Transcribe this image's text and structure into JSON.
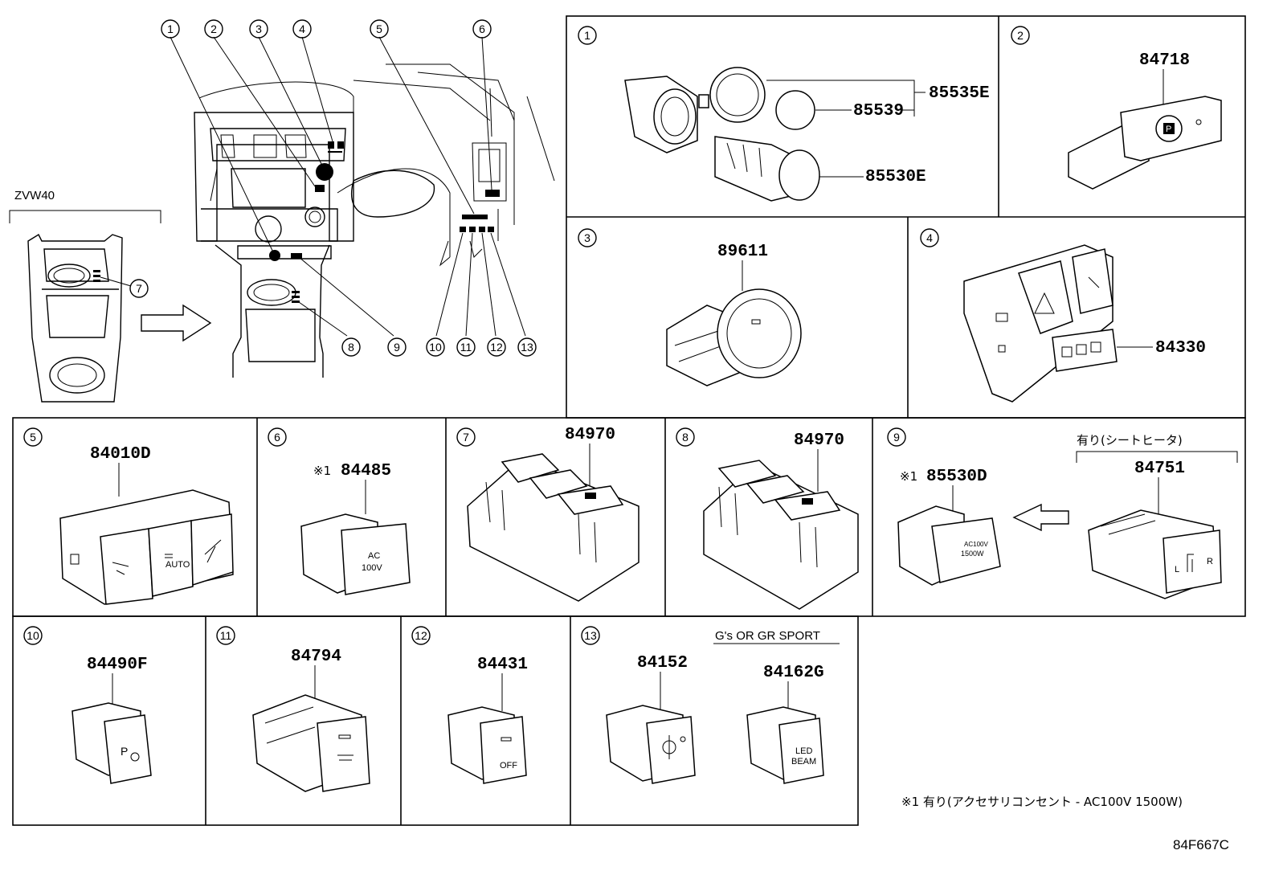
{
  "overview": {
    "model_label": "ZVW40",
    "callouts": [
      "1",
      "2",
      "3",
      "4",
      "5",
      "6",
      "7",
      "8",
      "9",
      "10",
      "11",
      "12",
      "13"
    ]
  },
  "panels": [
    {
      "num": "1",
      "parts": [
        "85535E",
        "85539",
        "85530E"
      ]
    },
    {
      "num": "2",
      "parts": [
        "84718"
      ]
    },
    {
      "num": "3",
      "parts": [
        "89611"
      ]
    },
    {
      "num": "4",
      "parts": [
        "84330"
      ]
    },
    {
      "num": "5",
      "parts": [
        "84010D"
      ]
    },
    {
      "num": "6",
      "parts": [
        "84485"
      ],
      "note_mark": "※1"
    },
    {
      "num": "7",
      "parts": [
        "84970"
      ]
    },
    {
      "num": "8",
      "parts": [
        "84970"
      ]
    },
    {
      "num": "9",
      "parts": [
        "85530D",
        "84751"
      ],
      "note_mark": "※1",
      "option_label": "有り(シートヒータ)"
    },
    {
      "num": "10",
      "parts": [
        "84490F"
      ]
    },
    {
      "num": "11",
      "parts": [
        "84794"
      ]
    },
    {
      "num": "12",
      "parts": [
        "84431"
      ]
    },
    {
      "num": "13",
      "parts": [
        "84152",
        "84162G"
      ],
      "option_label": "G's OR GR SPORT"
    }
  ],
  "button_texts": {
    "ac_line1": "AC",
    "ac_line2": "100V",
    "auto": "AUTO",
    "off": "OFF",
    "led_line1": "LED",
    "led_line2": "BEAM",
    "outlet_line1": "AC100V",
    "outlet_line2": "1500W",
    "seat_l": "L",
    "seat_r": "R",
    "p": "P"
  },
  "footnote": "※1 有り(アクセサリコンセント - AC100V 1500W)",
  "diagram_code": "84F667C"
}
